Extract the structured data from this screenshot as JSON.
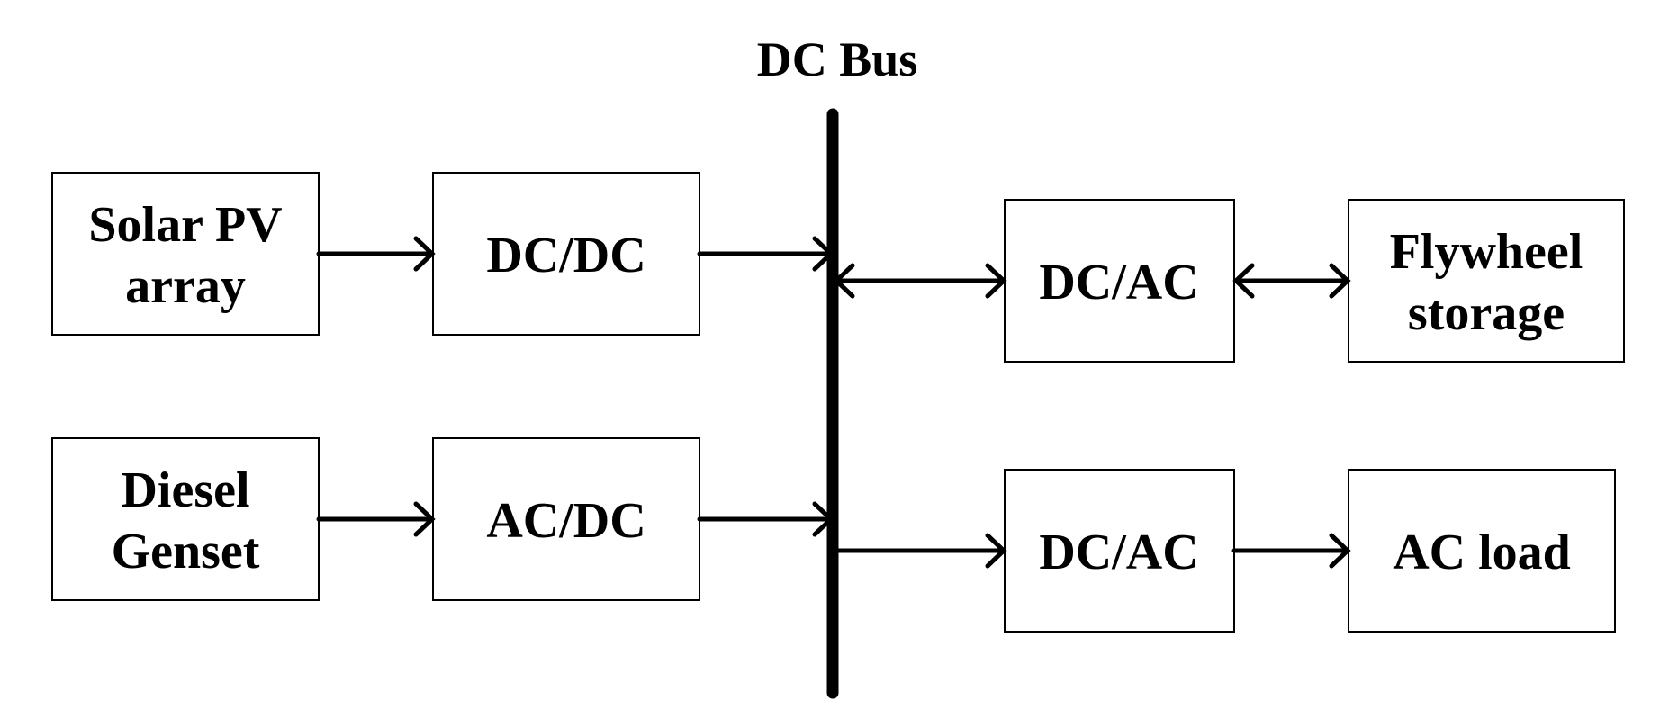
{
  "diagram": {
    "bus_label": "DC Bus",
    "blocks": {
      "solar_pv": [
        "Solar PV",
        "array"
      ],
      "dcdc": [
        "DC/DC"
      ],
      "diesel": [
        "Diesel",
        "Genset"
      ],
      "acdc": [
        "AC/DC"
      ],
      "dcac_top": [
        "DC/AC"
      ],
      "flywheel": [
        "Flywheel",
        "storage"
      ],
      "dcac_bottom": [
        "DC/AC"
      ],
      "ac_load": [
        "AC load"
      ]
    },
    "colors": {
      "stroke": "#000000",
      "fill": "#ffffff"
    }
  }
}
